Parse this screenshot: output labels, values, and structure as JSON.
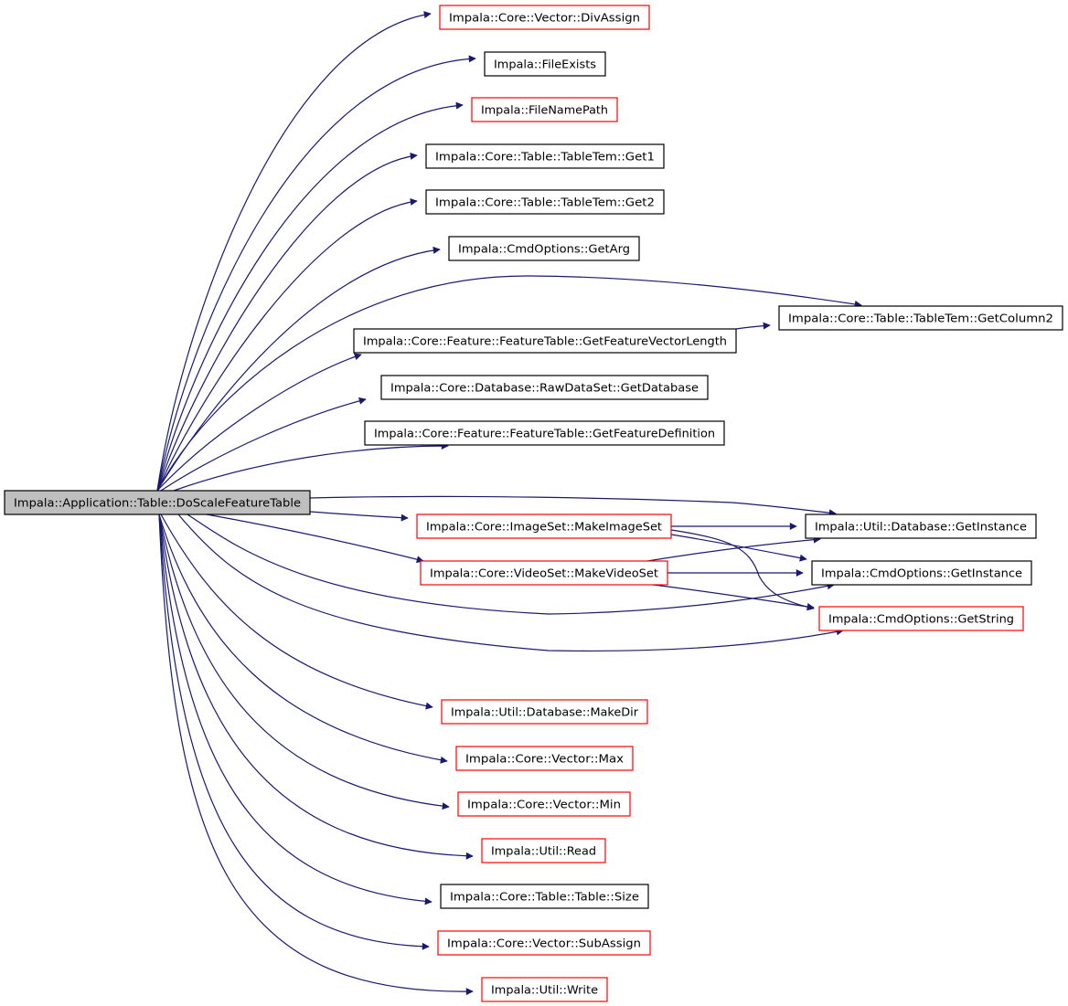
{
  "graph": {
    "root": "Impala::Application::Table::DoScaleFeatureTable",
    "colors": {
      "edge": "#191970",
      "documented_border": "#000000",
      "undocumented_border": "#ff0000",
      "root_fill": "#bfbfbf"
    },
    "nodes": [
      {
        "id": "divassign",
        "label": "Impala::Core::Vector::DivAssign",
        "border": "red"
      },
      {
        "id": "fileexists",
        "label": "Impala::FileExists",
        "border": "black"
      },
      {
        "id": "filenamepath",
        "label": "Impala::FileNamePath",
        "border": "red"
      },
      {
        "id": "get1",
        "label": "Impala::Core::Table::TableTem::Get1",
        "border": "black"
      },
      {
        "id": "get2",
        "label": "Impala::Core::Table::TableTem::Get2",
        "border": "black"
      },
      {
        "id": "getarg",
        "label": "Impala::CmdOptions::GetArg",
        "border": "black"
      },
      {
        "id": "getcolumn2",
        "label": "Impala::Core::Table::TableTem::GetColumn2",
        "border": "black"
      },
      {
        "id": "getfvl",
        "label": "Impala::Core::Feature::FeatureTable::GetFeatureVectorLength",
        "border": "black"
      },
      {
        "id": "getdatabase",
        "label": "Impala::Core::Database::RawDataSet::GetDatabase",
        "border": "black"
      },
      {
        "id": "getfeaturedef",
        "label": "Impala::Core::Feature::FeatureTable::GetFeatureDefinition",
        "border": "black"
      },
      {
        "id": "root",
        "label": "Impala::Application::Table::DoScaleFeatureTable",
        "border": "root"
      },
      {
        "id": "makeimageset",
        "label": "Impala::Core::ImageSet::MakeImageSet",
        "border": "red"
      },
      {
        "id": "dbgetinstance",
        "label": "Impala::Util::Database::GetInstance",
        "border": "black"
      },
      {
        "id": "makevideoset",
        "label": "Impala::Core::VideoSet::MakeVideoSet",
        "border": "red"
      },
      {
        "id": "cmdgetinstance",
        "label": "Impala::CmdOptions::GetInstance",
        "border": "black"
      },
      {
        "id": "getstring",
        "label": "Impala::CmdOptions::GetString",
        "border": "red"
      },
      {
        "id": "makedir",
        "label": "Impala::Util::Database::MakeDir",
        "border": "red"
      },
      {
        "id": "max",
        "label": "Impala::Core::Vector::Max",
        "border": "red"
      },
      {
        "id": "min",
        "label": "Impala::Core::Vector::Min",
        "border": "red"
      },
      {
        "id": "read",
        "label": "Impala::Util::Read",
        "border": "red"
      },
      {
        "id": "size",
        "label": "Impala::Core::Table::Table::Size",
        "border": "black"
      },
      {
        "id": "subassign",
        "label": "Impala::Core::Vector::SubAssign",
        "border": "red"
      },
      {
        "id": "write",
        "label": "Impala::Util::Write",
        "border": "red"
      }
    ],
    "edges": [
      [
        "root",
        "divassign"
      ],
      [
        "root",
        "fileexists"
      ],
      [
        "root",
        "filenamepath"
      ],
      [
        "root",
        "get1"
      ],
      [
        "root",
        "get2"
      ],
      [
        "root",
        "getarg"
      ],
      [
        "root",
        "getcolumn2"
      ],
      [
        "root",
        "getfvl"
      ],
      [
        "getfvl",
        "getcolumn2"
      ],
      [
        "root",
        "getdatabase"
      ],
      [
        "root",
        "getfeaturedef"
      ],
      [
        "root",
        "dbgetinstance"
      ],
      [
        "root",
        "makeimageset"
      ],
      [
        "root",
        "makevideoset"
      ],
      [
        "root",
        "cmdgetinstance"
      ],
      [
        "root",
        "getstring"
      ],
      [
        "makeimageset",
        "dbgetinstance"
      ],
      [
        "makeimageset",
        "cmdgetinstance"
      ],
      [
        "makeimageset",
        "getstring"
      ],
      [
        "makevideoset",
        "dbgetinstance"
      ],
      [
        "makevideoset",
        "cmdgetinstance"
      ],
      [
        "makevideoset",
        "getstring"
      ],
      [
        "root",
        "makedir"
      ],
      [
        "root",
        "max"
      ],
      [
        "root",
        "min"
      ],
      [
        "root",
        "read"
      ],
      [
        "root",
        "size"
      ],
      [
        "root",
        "subassign"
      ],
      [
        "root",
        "write"
      ]
    ]
  }
}
